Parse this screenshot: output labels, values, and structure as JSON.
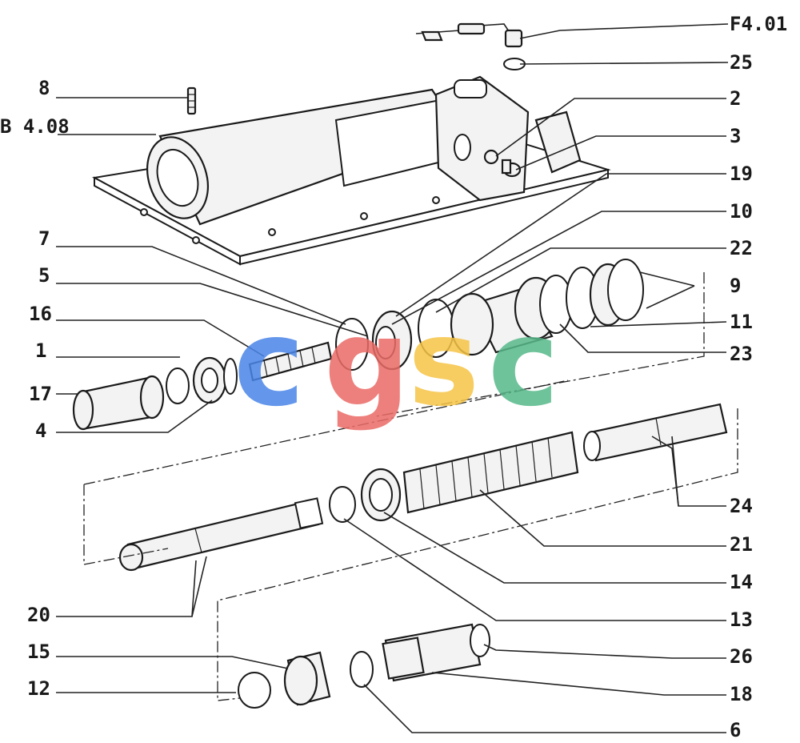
{
  "diagram": {
    "callouts": [
      {
        "id": "F4.01",
        "label": "F4.01"
      },
      {
        "id": "25",
        "label": "25"
      },
      {
        "id": "8",
        "label": "8"
      },
      {
        "id": "2",
        "label": "2"
      },
      {
        "id": "B4.08",
        "label": "B 4.08"
      },
      {
        "id": "3",
        "label": "3"
      },
      {
        "id": "19",
        "label": "19"
      },
      {
        "id": "10",
        "label": "10"
      },
      {
        "id": "7",
        "label": "7"
      },
      {
        "id": "22",
        "label": "22"
      },
      {
        "id": "5",
        "label": "5"
      },
      {
        "id": "9",
        "label": "9"
      },
      {
        "id": "16",
        "label": "16"
      },
      {
        "id": "11",
        "label": "11"
      },
      {
        "id": "1",
        "label": "1"
      },
      {
        "id": "23",
        "label": "23"
      },
      {
        "id": "17",
        "label": "17"
      },
      {
        "id": "4",
        "label": "4"
      },
      {
        "id": "24",
        "label": "24"
      },
      {
        "id": "21",
        "label": "21"
      },
      {
        "id": "14",
        "label": "14"
      },
      {
        "id": "20",
        "label": "20"
      },
      {
        "id": "13",
        "label": "13"
      },
      {
        "id": "15",
        "label": "15"
      },
      {
        "id": "26",
        "label": "26"
      },
      {
        "id": "12",
        "label": "12"
      },
      {
        "id": "18",
        "label": "18"
      },
      {
        "id": "6",
        "label": "6"
      }
    ],
    "watermark": {
      "text": "cgsc",
      "colors": [
        "#4a86e8",
        "#ea6b66",
        "#f6c445",
        "#57b98a"
      ]
    }
  }
}
